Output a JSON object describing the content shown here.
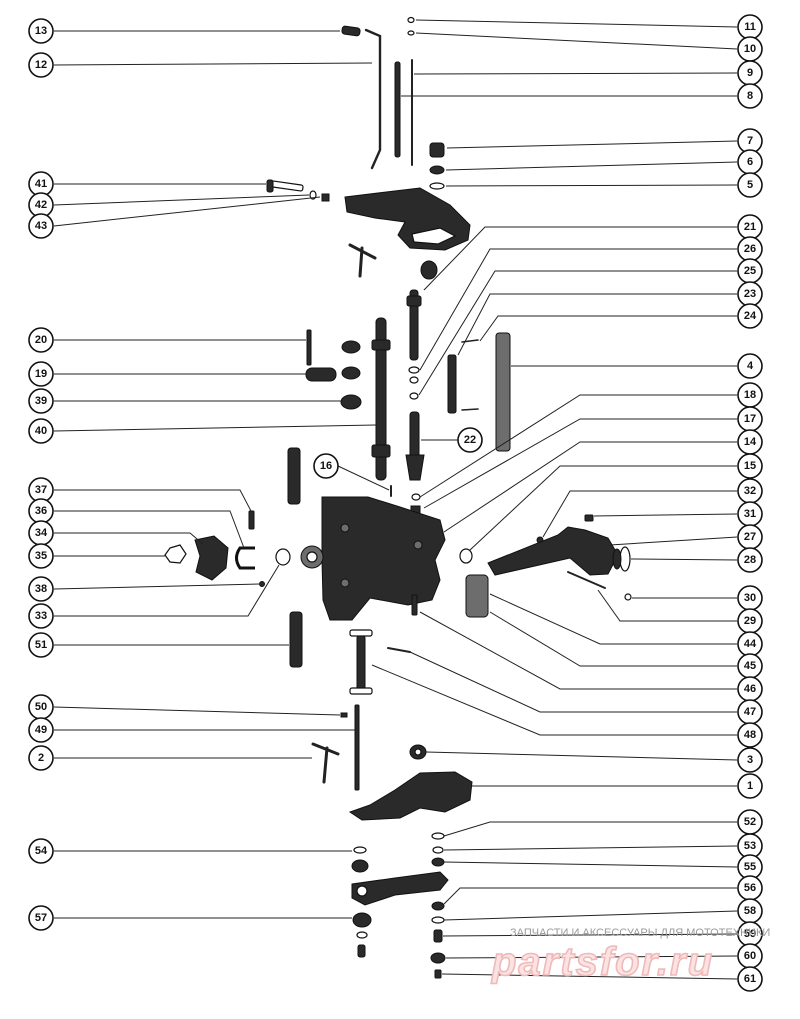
{
  "diagram": {
    "callout_labels": [
      "13",
      "12",
      "11",
      "10",
      "9",
      "8",
      "7",
      "6",
      "5",
      "41",
      "42",
      "43",
      "21",
      "26",
      "25",
      "23",
      "24",
      "20",
      "19",
      "39",
      "40",
      "4",
      "22",
      "18",
      "17",
      "14",
      "15",
      "16",
      "37",
      "36",
      "34",
      "35",
      "38",
      "33",
      "32",
      "31",
      "27",
      "28",
      "30",
      "29",
      "51",
      "44",
      "45",
      "46",
      "47",
      "48",
      "50",
      "49",
      "2",
      "3",
      "1",
      "52",
      "53",
      "54",
      "55",
      "56",
      "57",
      "58",
      "59",
      "60",
      "61"
    ]
  },
  "watermark": {
    "caption": "ЗАПЧАСТИ И АКСЕССУАРЫ ДЛЯ МОТОТЕХНИКИ",
    "brand": "partsfor.ru"
  }
}
